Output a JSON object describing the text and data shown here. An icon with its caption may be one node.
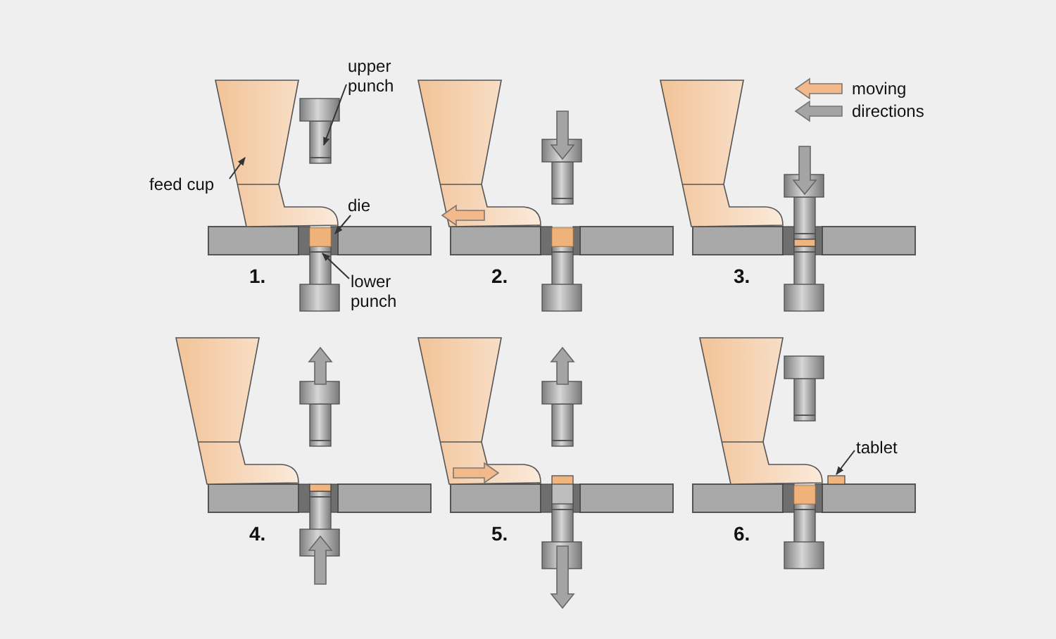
{
  "diagram": {
    "nodes": [
      {
        "text": [
          "feed cup"
        ]
      },
      {
        "text": [],
        "shape": "hopper"
      },
      {
        "text": [
          "upper punch"
        ]
      },
      {
        "text": [],
        "shape": "punch"
      },
      {
        "text": [
          "die"
        ]
      },
      {
        "text": [],
        "shape": "box"
      },
      {
        "text": [
          "lower punch"
        ]
      },
      {
        "text": [],
        "shape": "punch"
      },
      {
        "text": [
          "tablet"
        ]
      },
      {
        "text": [],
        "shape": "box"
      }
    ],
    "edges": [
      {
        "from": 0,
        "to": 1,
        "arrow": "to"
      },
      {
        "from": 2,
        "to": 3,
        "arrow": "to"
      },
      {
        "from": 4,
        "to": 5,
        "arrow": "to"
      },
      {
        "from": 6,
        "to": 7,
        "arrow": "to"
      },
      {
        "from": 8,
        "to": 9,
        "arrow": "to"
      }
    ],
    "labels": [
      "1.",
      "2.",
      "3.",
      "4.",
      "5.",
      "6."
    ],
    "legend": [
      {
        "text": "moving directions"
      }
    ]
  }
}
